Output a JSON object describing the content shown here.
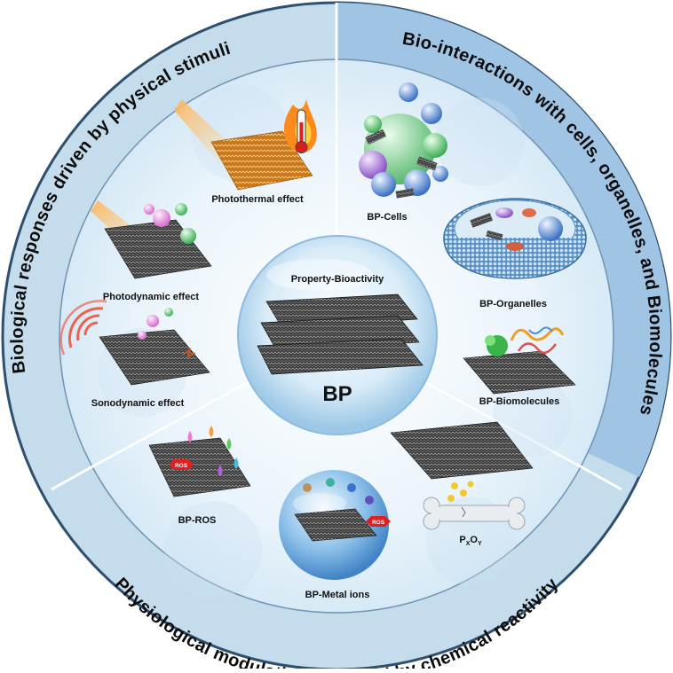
{
  "center": {
    "top_label": "Property-Bioactivity",
    "title": "BP"
  },
  "ring": {
    "top_left": "Biological responses driven by physical stimuli",
    "top_right": "Bio-interactions with cells, organelles, and Biomolecules",
    "bottom": "Physiological modulation mediated by chemical reactivity"
  },
  "sections": {
    "photothermal": "Photothermal effect",
    "photodynamic": "Photodynamic effect",
    "sonodynamic": "Sonodynamic effect",
    "cells": "BP-Cells",
    "organelles": "BP-Organelles",
    "biomolecules": "BP-Biomolecules",
    "ros": "BP-ROS",
    "metal_ions": "BP-Metal ions",
    "pxoy": {
      "p": "P",
      "x": "X",
      "o": "O",
      "y": "Y"
    },
    "ros_tag": "ROS"
  },
  "colors": {
    "ring_fill": "#c4dcec",
    "ring_fill_right": "#9fc4e4",
    "ring_border": "#2f4f6e",
    "inner_fill": "#eaf4fb",
    "center_glow": "#cfe6f6",
    "bp_sheet": "#2a2a2a",
    "ros_red": "#e02020"
  },
  "icons": [
    "flame-icon",
    "thermometer-icon",
    "light-beam-icon",
    "sound-wave-icon",
    "cell-cluster-icon",
    "organelle-icon",
    "protein-icon",
    "bone-icon",
    "droplet-icon"
  ]
}
